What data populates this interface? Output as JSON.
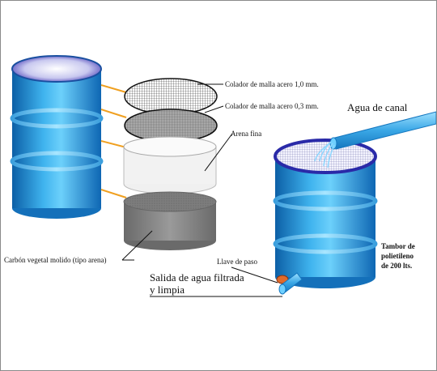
{
  "labels": {
    "colador_1": "Colador de malla acero 1,0 mm.",
    "colador_2": "Colador de malla acero 0,3 mm.",
    "arena": "Arena fina",
    "agua_canal": "Agua de canal",
    "carbon": "Carbón vegetal molido (tipo arena)",
    "llave": "Llave de paso",
    "salida_line1": "Salida de agua filtrada",
    "salida_line2": "y limpia",
    "tambor_line1": "Tambor de",
    "tambor_line2": "polietileno",
    "tambor_line3": "de 200 lts."
  },
  "colors": {
    "drum_blue": "#1e8fd8",
    "drum_light": "#6cc8f5",
    "leader_orange": "#f0a020",
    "mesh": "#333333",
    "sand": "#efefef",
    "carbon": "#7c7c7c"
  }
}
